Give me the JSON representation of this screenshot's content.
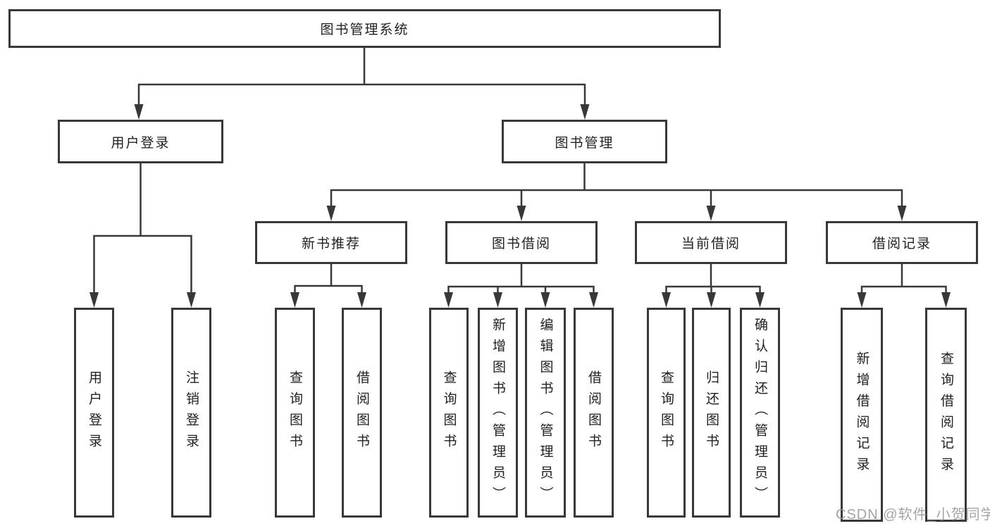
{
  "diagram": {
    "background": "#ffffff",
    "line_color": "#383838",
    "text_color": "#212121",
    "tree": {
      "root": {
        "label": "图书管理系统",
        "children": [
          {
            "label": "用户登录",
            "children": [
              {
                "label": "用户登录"
              },
              {
                "label": "注销登录"
              }
            ]
          },
          {
            "label": "图书管理",
            "children": [
              {
                "label": "新书推荐",
                "children": [
                  {
                    "label": "查询图书"
                  },
                  {
                    "label": "借阅图书"
                  }
                ]
              },
              {
                "label": "图书借阅",
                "children": [
                  {
                    "label": "查询图书"
                  },
                  {
                    "label": "新增图书（管理员）"
                  },
                  {
                    "label": "编辑图书（管理员）"
                  },
                  {
                    "label": "借阅图书"
                  }
                ]
              },
              {
                "label": "当前借阅",
                "children": [
                  {
                    "label": "查询图书"
                  },
                  {
                    "label": "归还图书"
                  },
                  {
                    "label": "确认归还（管理员）"
                  }
                ]
              },
              {
                "label": "借阅记录",
                "children": [
                  {
                    "label": "新增借阅记录"
                  },
                  {
                    "label": "查询借阅记录"
                  }
                ]
              }
            ]
          }
        ]
      }
    }
  },
  "watermark": {
    "text": "CSDN @软件_小贺同学",
    "color": "#949494"
  }
}
